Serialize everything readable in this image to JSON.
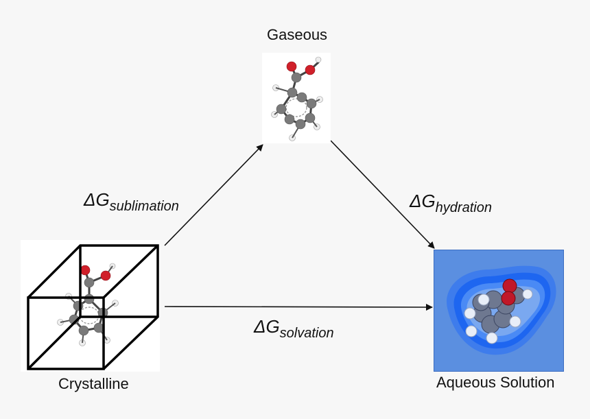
{
  "diagram": {
    "nodes": {
      "gaseous": {
        "label": "Gaseous"
      },
      "crystalline": {
        "label": "Crystalline"
      },
      "aqueous": {
        "label": "Aqueous Solution"
      }
    },
    "edges": {
      "sublimation": {
        "symbol": "ΔG",
        "subscript": "sublimation"
      },
      "hydration": {
        "symbol": "ΔG",
        "subscript": "hydration"
      },
      "solvation": {
        "symbol": "ΔG",
        "subscript": "solvation"
      }
    },
    "colors": {
      "arrow": "#111111",
      "carbon": "#7a7a7a",
      "oxygen": "#d0202a",
      "hydrogen": "#f0f0f0",
      "water_background": "#5b8fe0",
      "solvation_shell": "#1e66f0"
    }
  }
}
